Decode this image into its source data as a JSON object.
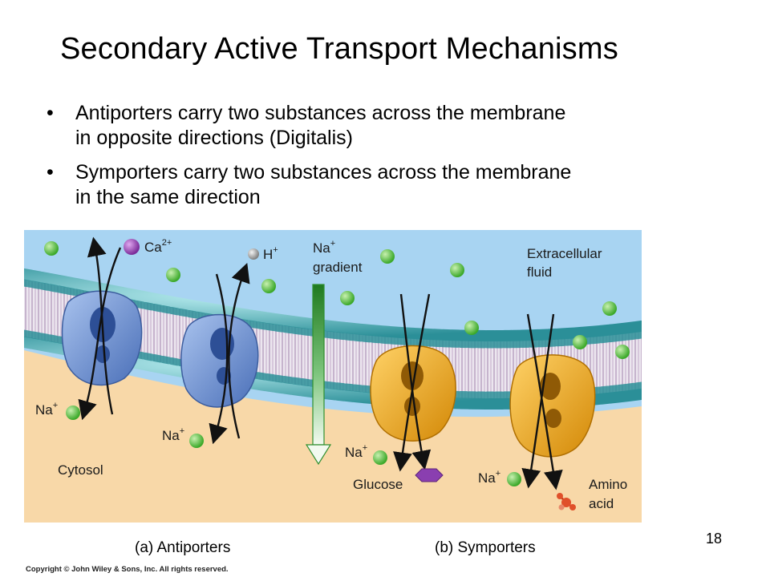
{
  "slide": {
    "title": "Secondary Active Transport Mechanisms",
    "bullets": [
      {
        "line1": "Antiporters carry two substances across the membrane",
        "line2": "in opposite directions  (Digitalis)"
      },
      {
        "line1": "Symporters carry two substances across the membrane",
        "line2": "in the same direction"
      }
    ],
    "page_number": "18",
    "copyright": "Copyright © John Wiley & Sons, Inc. All rights reserved."
  },
  "figure": {
    "labels": {
      "na": "Na",
      "plus": "+",
      "ca": "Ca",
      "ca_charge": "2+",
      "h": "H",
      "gradient_line1": "Na",
      "gradient_line2": "gradient",
      "extracellular_line1": "Extracellular",
      "extracellular_line2": "fluid",
      "cytosol": "Cytosol",
      "glucose": "Glucose",
      "amino_line1": "Amino",
      "amino_line2": "acid"
    },
    "captions": {
      "a": "(a) Antiporters",
      "b": "(b) Symporters"
    },
    "colors": {
      "extracellular": "#a8d4f2",
      "cytosol": "#f8d8a8",
      "lipid_head": "#3aa0a8",
      "sodium_ion": "#59c43a",
      "calcium_ion": "#9a3fb0",
      "hydrogen_ion": "#9a9a9a",
      "antiporter_protein": "#6d8fd0",
      "symporter_protein": "#e7a21a",
      "glucose": "#8a3fb0",
      "amino_acid": "#e0502a",
      "gradient_arrow": "#2f8f2f"
    }
  }
}
